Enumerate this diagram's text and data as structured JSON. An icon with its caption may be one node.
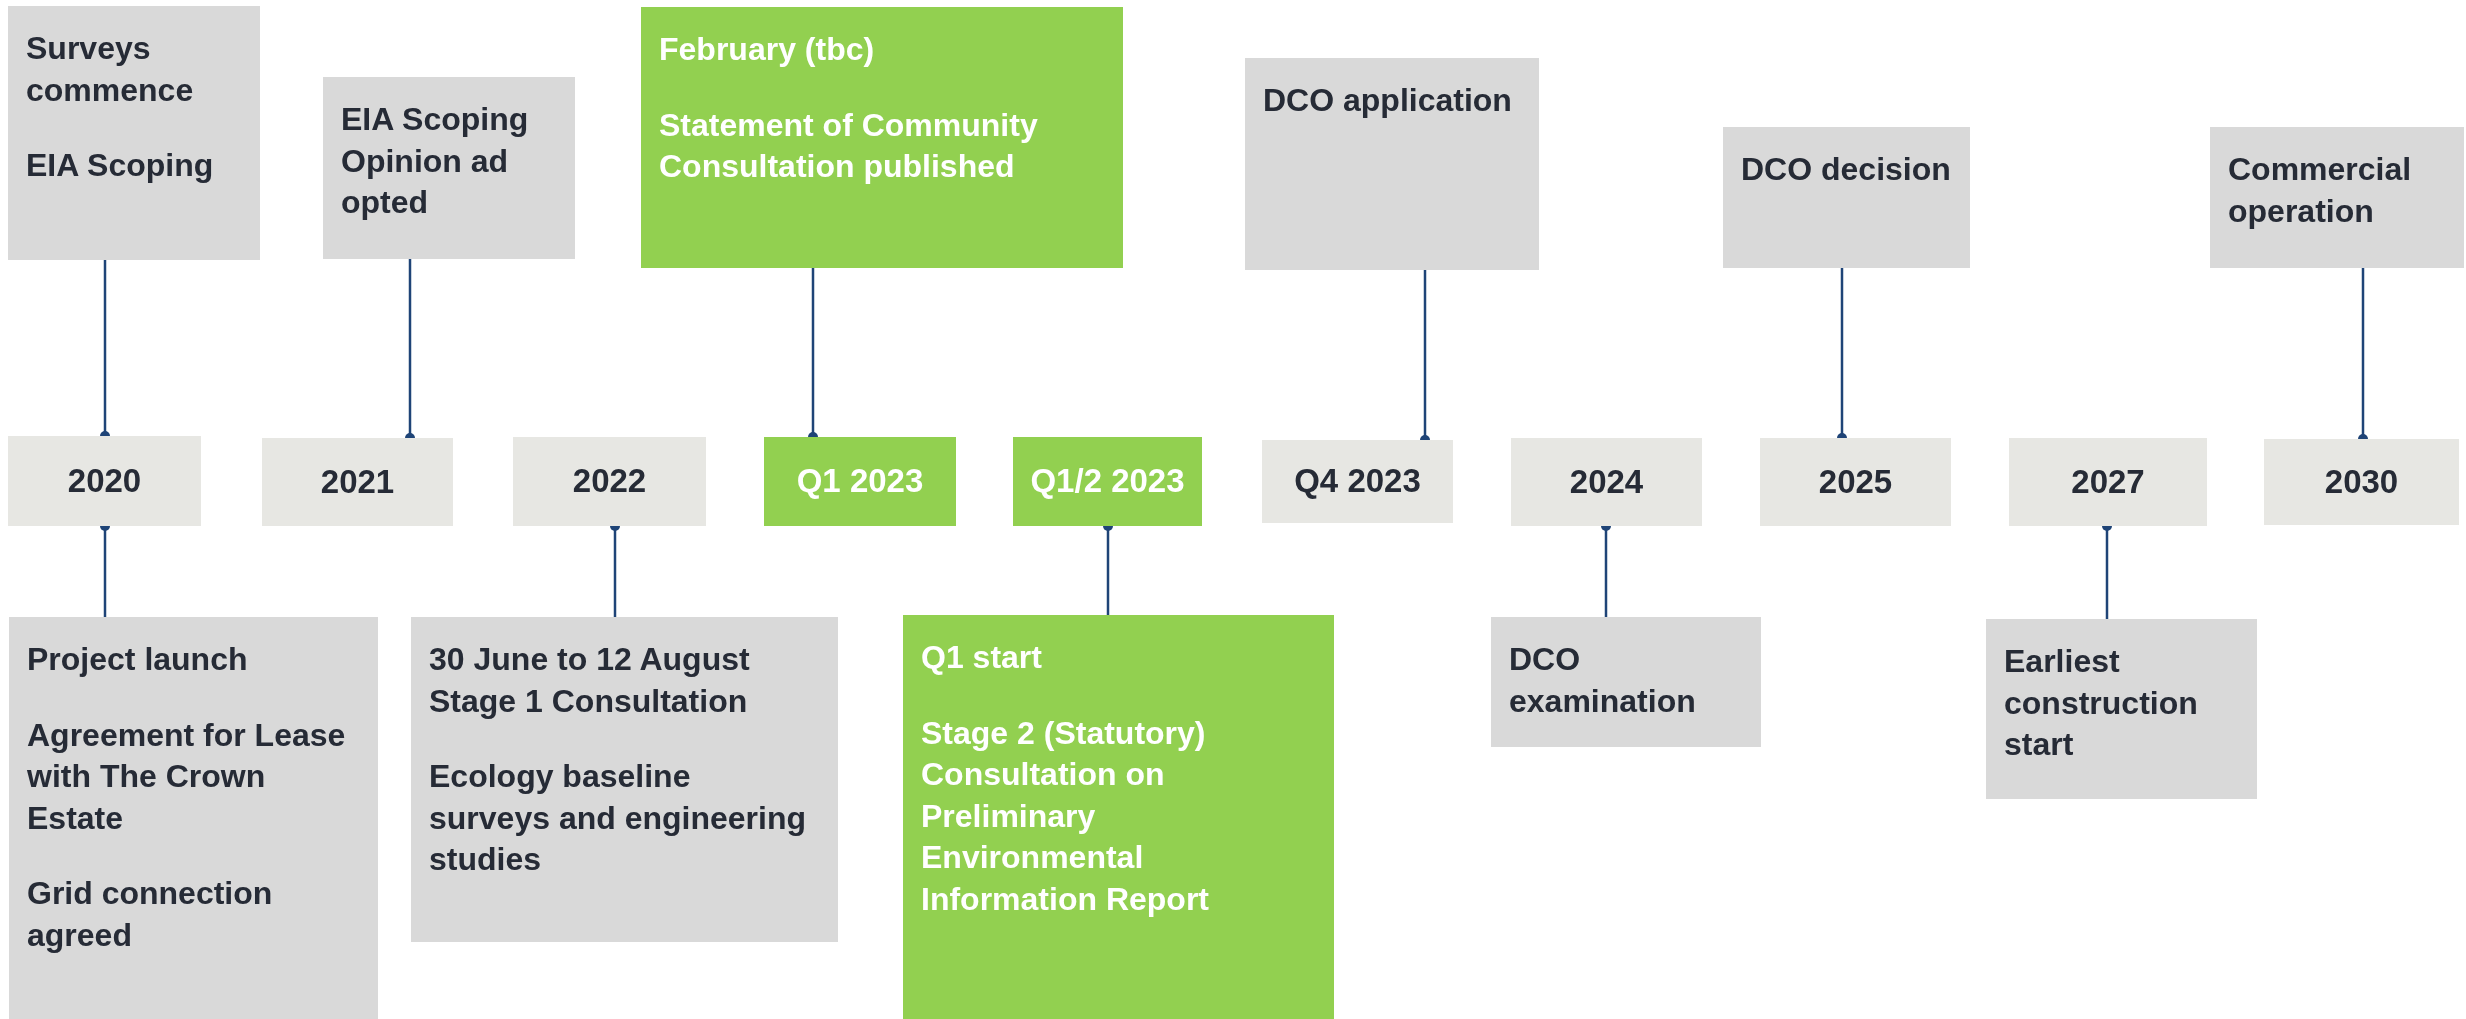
{
  "diagram": {
    "nodes": [
      {
        "text": [
          "Surveys commence",
          "EIA Scoping"
        ]
      },
      {
        "text": [
          "EIA Scoping Opinion ad opted"
        ]
      },
      {
        "text": [
          "February (tbc)",
          "Statement of Community Consultation published"
        ]
      },
      {
        "text": [
          "DCO application"
        ]
      },
      {
        "text": [
          "DCO decision"
        ]
      },
      {
        "text": [
          "Commercial operation"
        ]
      },
      {
        "text": [
          "2020"
        ]
      },
      {
        "text": [
          "2021"
        ]
      },
      {
        "text": [
          "2022"
        ]
      },
      {
        "text": [
          "Q1 2023"
        ]
      },
      {
        "text": [
          "Q1/2 2023"
        ]
      },
      {
        "text": [
          "Q4 2023"
        ]
      },
      {
        "text": [
          "2024"
        ]
      },
      {
        "text": [
          "2025"
        ]
      },
      {
        "text": [
          "2027"
        ]
      },
      {
        "text": [
          "2030"
        ]
      },
      {
        "text": [
          "Project launch",
          "Agreement for Lease with The Crown Estate",
          "Grid connection agreed"
        ]
      },
      {
        "text": [
          "30 June to 12 August Stage 1 Consultation",
          "Ecology baseline surveys and engineering studies"
        ]
      },
      {
        "text": [
          "Q1 start",
          "Stage 2 (Statutory) Consultation on Preliminary Environmental Information Report"
        ]
      },
      {
        "text": [
          "DCO examination"
        ]
      },
      {
        "text": [
          "Earliest construction start"
        ]
      }
    ],
    "edges": [
      {
        "from": 0,
        "to": 6,
        "arrow": "other"
      },
      {
        "from": 1,
        "to": 7,
        "arrow": "other"
      },
      {
        "from": 2,
        "to": 9,
        "arrow": "other"
      },
      {
        "from": 3,
        "to": 11,
        "arrow": "other"
      },
      {
        "from": 4,
        "to": 13,
        "arrow": "other"
      },
      {
        "from": 5,
        "to": 15,
        "arrow": "other"
      },
      {
        "from": 16,
        "to": 6,
        "arrow": "other"
      },
      {
        "from": 17,
        "to": 8,
        "arrow": "other"
      },
      {
        "from": 18,
        "to": 10,
        "arrow": "other"
      },
      {
        "from": 19,
        "to": 12,
        "arrow": "other"
      },
      {
        "from": 20,
        "to": 14,
        "arrow": "other"
      }
    ]
  }
}
